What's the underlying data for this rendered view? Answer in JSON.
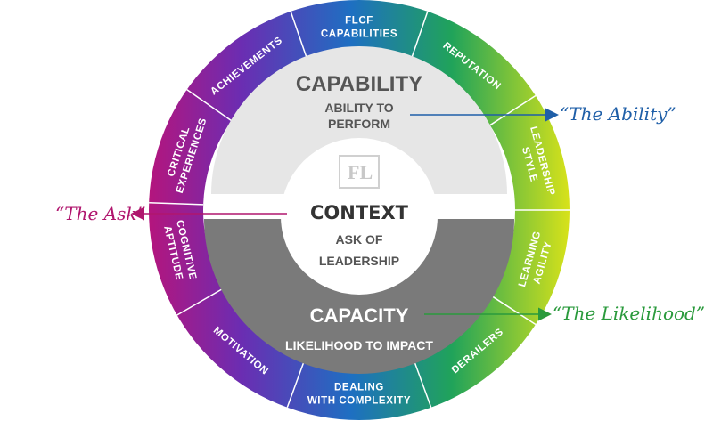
{
  "ring_segments": [
    {
      "id": "flcf",
      "lines": [
        "FLCF",
        "CAPABILITIES"
      ],
      "color": "#1f6fc0"
    },
    {
      "id": "reputation",
      "lines": [
        "REPUTATION"
      ],
      "color": "#2fa65a"
    },
    {
      "id": "leadership-style",
      "lines": [
        "LEADERSHIP",
        "STYLE"
      ],
      "color": "#a8c920"
    },
    {
      "id": "learning-agility",
      "lines": [
        "LEARNING",
        "AGILITY"
      ],
      "color": "#c4d61c"
    },
    {
      "id": "derailers",
      "lines": [
        "DERAILERS"
      ],
      "color": "#2aa36a"
    },
    {
      "id": "dealing-complexity",
      "lines": [
        "DEALING",
        "WITH COMPLEXITY"
      ],
      "color": "#1f67b3"
    },
    {
      "id": "motivation",
      "lines": [
        "MOTIVATION"
      ],
      "color": "#6a2aa0"
    },
    {
      "id": "cognitive-aptitude",
      "lines": [
        "COGNITIVE",
        "APTITUDE"
      ],
      "color": "#b0248a"
    },
    {
      "id": "critical-experiences",
      "lines": [
        "CRITICAL",
        "EXPERIENCES"
      ],
      "color": "#9a2a9c"
    },
    {
      "id": "achievements",
      "lines": [
        "ACHIEVEMENTS"
      ],
      "color": "#6a2eb0"
    }
  ],
  "capability": {
    "title": "CAPABILITY",
    "sub_line1": "ABILITY TO",
    "sub_line2": "PERFORM"
  },
  "capacity": {
    "title": "CAPACITY",
    "sub": "LIKELIHOOD TO IMPACT"
  },
  "context": {
    "title": "CONTEXT",
    "sub_line1": "ASK OF",
    "sub_line2": "LEADERSHIP"
  },
  "logo": {
    "text": "FL"
  },
  "callouts": {
    "ability": {
      "text": "“The Ability”",
      "color": "#1f5fa8"
    },
    "ask": {
      "text": "“The Ask”",
      "color": "#b0166e"
    },
    "likelihood": {
      "text": "“The Likelihood”",
      "color": "#2a9a3c"
    }
  }
}
